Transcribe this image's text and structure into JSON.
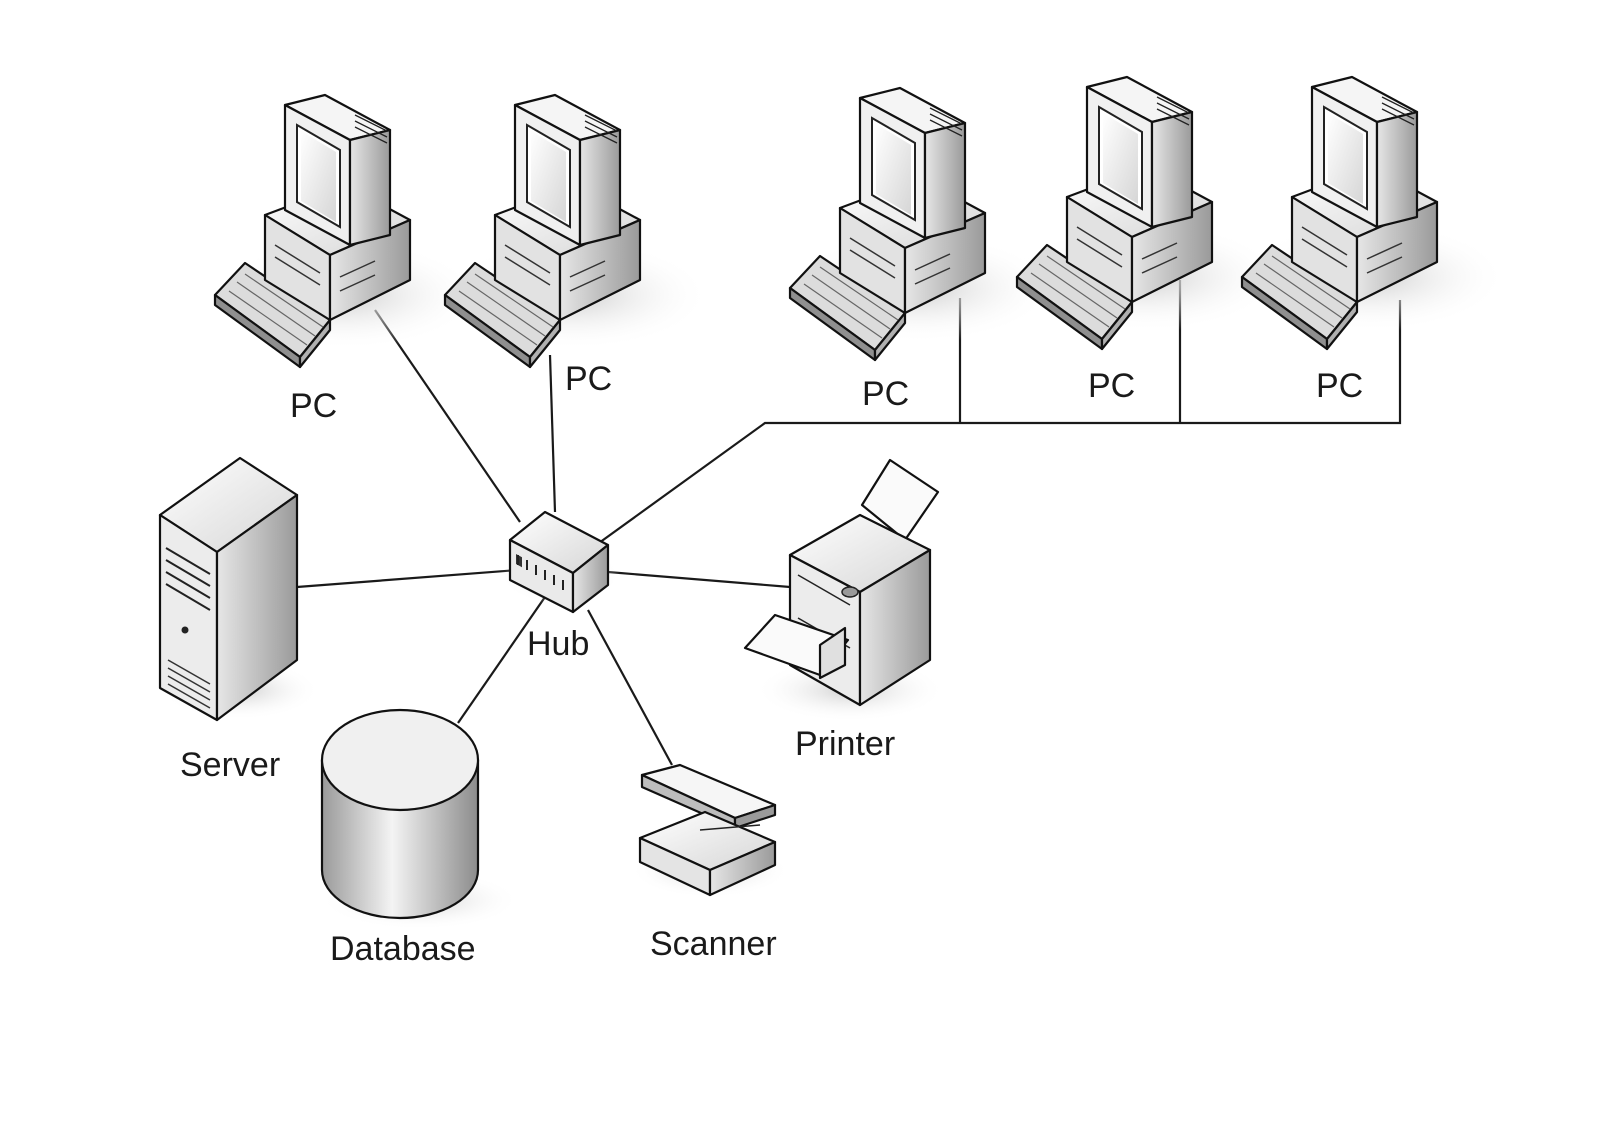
{
  "nodes": {
    "pc1": {
      "label": "PC",
      "icon": "desktop-computer-icon"
    },
    "pc2": {
      "label": "PC",
      "icon": "desktop-computer-icon"
    },
    "pc3": {
      "label": "PC",
      "icon": "desktop-computer-icon"
    },
    "pc4": {
      "label": "PC",
      "icon": "desktop-computer-icon"
    },
    "pc5": {
      "label": "PC",
      "icon": "desktop-computer-icon"
    },
    "hub": {
      "label": "Hub",
      "icon": "network-hub-icon"
    },
    "server": {
      "label": "Server",
      "icon": "tower-server-icon"
    },
    "database": {
      "label": "Database",
      "icon": "database-cylinder-icon"
    },
    "scanner": {
      "label": "Scanner",
      "icon": "flatbed-scanner-icon"
    },
    "printer": {
      "label": "Printer",
      "icon": "printer-icon"
    }
  },
  "edges": [
    {
      "from": "hub",
      "to": "pc1"
    },
    {
      "from": "hub",
      "to": "pc2"
    },
    {
      "from": "hub",
      "to": "pc3"
    },
    {
      "from": "hub",
      "to": "pc4"
    },
    {
      "from": "hub",
      "to": "pc5"
    },
    {
      "from": "hub",
      "to": "server"
    },
    {
      "from": "hub",
      "to": "database"
    },
    {
      "from": "hub",
      "to": "scanner"
    },
    {
      "from": "hub",
      "to": "printer"
    }
  ],
  "colors": {
    "line": "#1a1a1a",
    "device_fill": "#f2f2f2",
    "device_shade": "#c4c4c4",
    "shadow": "#d9d9d9"
  }
}
